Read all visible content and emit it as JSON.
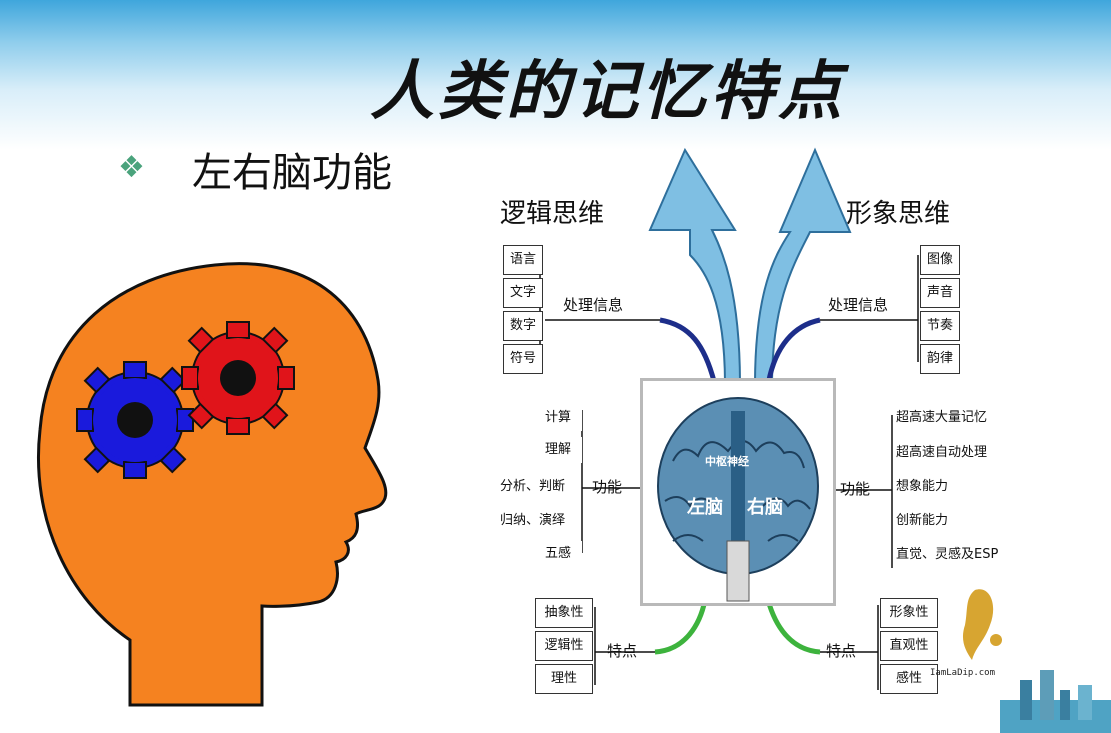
{
  "title": "人类的记忆特点",
  "subtitle": "左右脑功能",
  "diagram": {
    "left_header": "逻辑思维",
    "right_header": "形象思维",
    "brain": {
      "top_label": "中枢神经",
      "left_label": "左脑",
      "right_label": "右脑"
    },
    "left": {
      "process_label": "处理信息",
      "process_items": [
        "语言",
        "文字",
        "数字",
        "符号"
      ],
      "function_label": "功能",
      "function_items": [
        "计算",
        "理解",
        "分析、判断",
        "归纳、演绎",
        "五感"
      ],
      "trait_label": "特点",
      "trait_items": [
        "抽象性",
        "逻辑性",
        "理性"
      ]
    },
    "right": {
      "process_label": "处理信息",
      "process_items": [
        "图像",
        "声音",
        "节奏",
        "韵律"
      ],
      "function_label": "功能",
      "function_items": [
        "超高速大量记忆",
        "超高速自动处理",
        "想象能力",
        "创新能力",
        "直觉、灵感及ESP"
      ],
      "trait_label": "特点",
      "trait_items": [
        "形象性",
        "直观性",
        "感性"
      ]
    }
  },
  "watermark": {
    "text": "IamLaDip.com"
  }
}
